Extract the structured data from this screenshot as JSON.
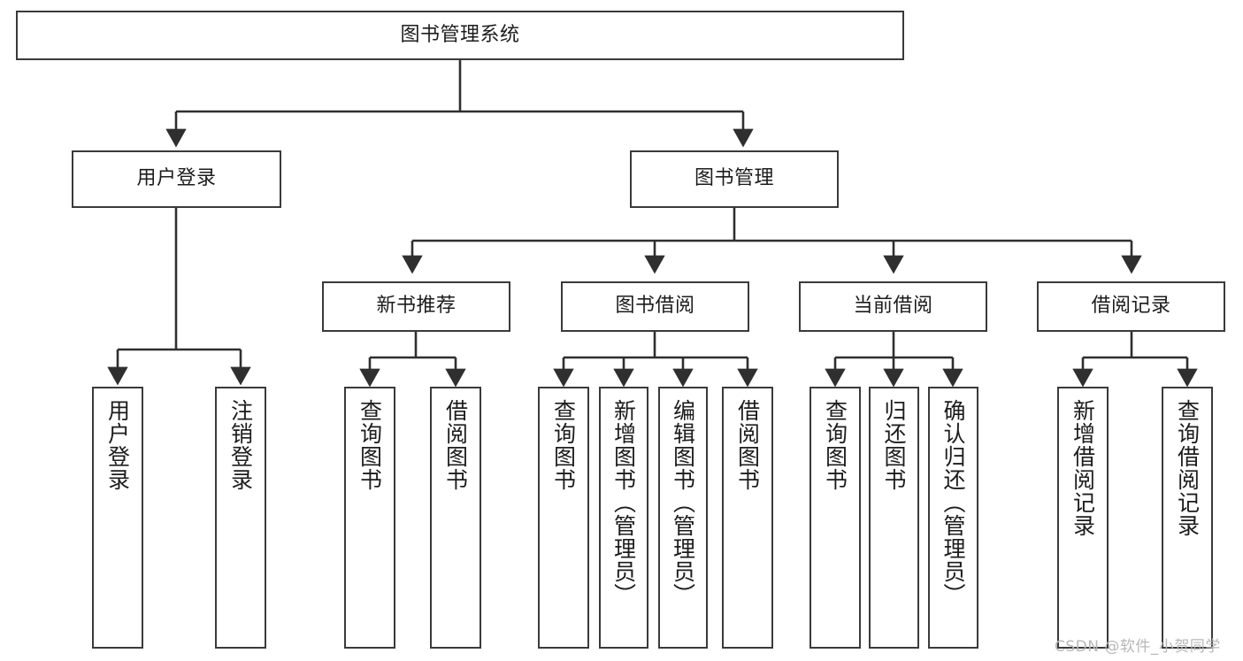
{
  "diagram": {
    "title": "图书管理系统",
    "type": "hierarchy-tree",
    "colors": {
      "background": "#ffffff",
      "box_border": "#3a3a3a",
      "box_fill": "#ffffff",
      "text": "#1c1c1c",
      "edge": "#2f2f2f",
      "watermark": "#b8b8b8"
    },
    "root": {
      "label": "图书管理系统"
    },
    "level1": [
      {
        "label": "用户登录"
      },
      {
        "label": "图书管理"
      }
    ],
    "level2": [
      {
        "label": "新书推荐"
      },
      {
        "label": "图书借阅"
      },
      {
        "label": "当前借阅"
      },
      {
        "label": "借阅记录"
      }
    ],
    "leaves": {
      "user_login": [
        {
          "label": "用户登录"
        },
        {
          "label": "注销登录"
        }
      ],
      "new_book_recommend": [
        {
          "label": "查询图书"
        },
        {
          "label": "借阅图书"
        }
      ],
      "book_borrow": [
        {
          "label": "查询图书"
        },
        {
          "label": "新增图书（管理员）"
        },
        {
          "label": "编辑图书（管理员）"
        },
        {
          "label": "借阅图书"
        }
      ],
      "current_borrow": [
        {
          "label": "查询图书"
        },
        {
          "label": "归还图书"
        },
        {
          "label": "确认归还（管理员）"
        }
      ],
      "borrow_record": [
        {
          "label": "新增借阅记录"
        },
        {
          "label": "查询借阅记录"
        }
      ]
    }
  },
  "watermark": {
    "text": "CSDN @软件_小贺同学"
  }
}
